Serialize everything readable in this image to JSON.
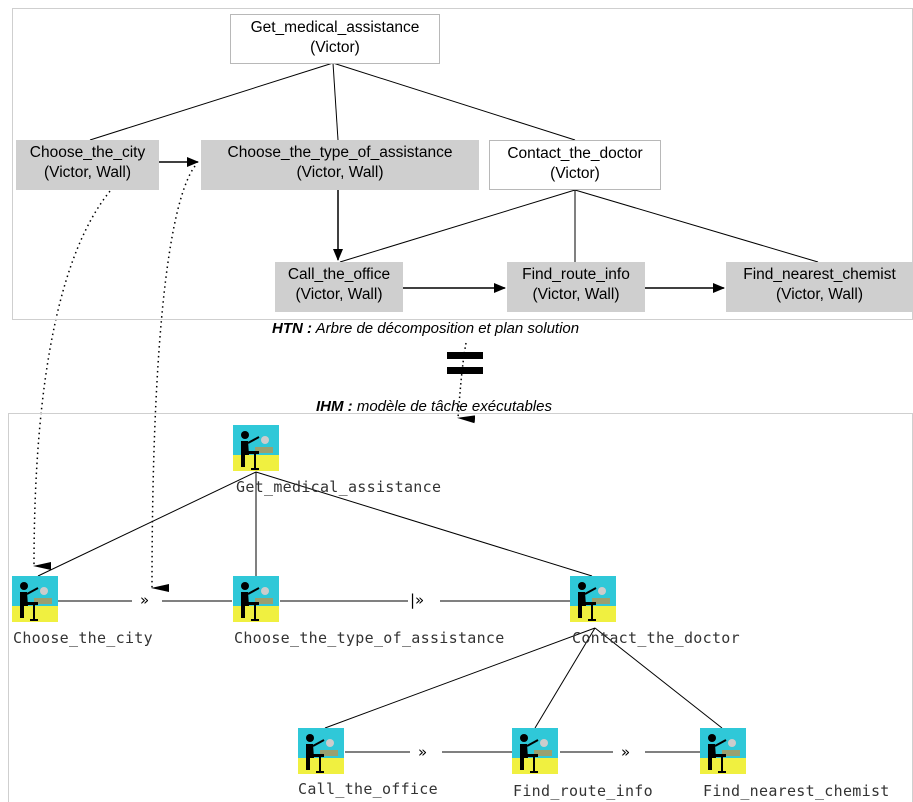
{
  "htn": {
    "root": {
      "name": "Get_medical_assistance",
      "args": "(Victor)"
    },
    "choose_city": {
      "name": "Choose_the_city",
      "args": "(Victor, Wall)"
    },
    "choose_type": {
      "name": "Choose_the_type_of_assistance",
      "args": "(Victor, Wall)"
    },
    "contact_doctor": {
      "name": "Contact_the_doctor",
      "args": "(Victor)"
    },
    "call_office": {
      "name": "Call_the_office",
      "args": "(Victor, Wall)"
    },
    "find_route": {
      "name": "Find_route_info",
      "args": "(Victor, Wall)"
    },
    "find_chemist": {
      "name": "Find_nearest_chemist",
      "args": "(Victor, Wall)"
    }
  },
  "captions": {
    "htn_bold": "HTN :",
    "htn_rest": " Arbre de décomposition et plan solution",
    "ihm_bold": "IHM :",
    "ihm_rest": " modèle de tâche exécutables"
  },
  "ihm": {
    "root": "Get_medical_assistance",
    "choose_city": "Choose_the_city",
    "choose_type": "Choose_the_type_of_assistance",
    "contact_doctor": "Contact_the_doctor",
    "call_office": "Call_the_office",
    "find_route": "Find_route_info",
    "find_chemist": "Find_nearest_chemist"
  },
  "operators": {
    "enabling": "»",
    "enabling_info": "|»"
  },
  "colors": {
    "icon_top": "#2fc8d8",
    "icon_bottom": "#f0f040",
    "node_gray": "#cfcfcf"
  }
}
